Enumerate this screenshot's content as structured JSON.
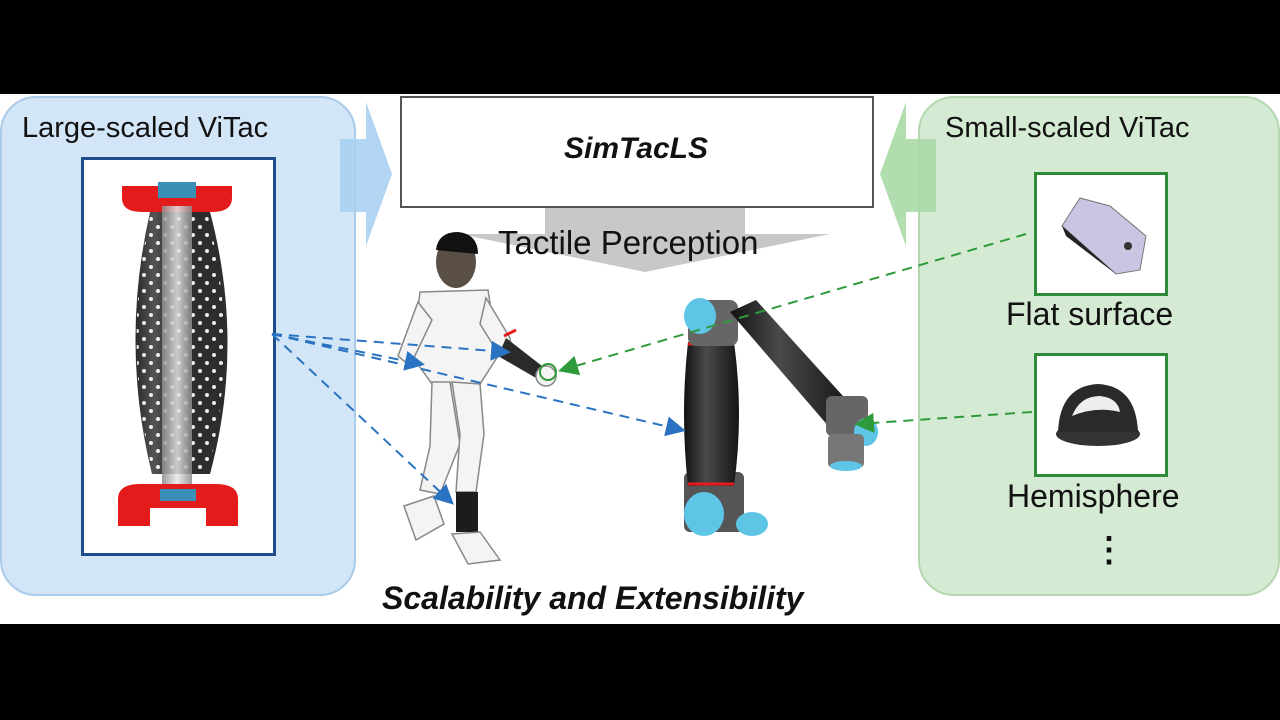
{
  "left_panel": {
    "title": "Large-scaled ViTac"
  },
  "right_panel": {
    "title": "Small-scaled ViTac",
    "items": [
      {
        "label": "Flat surface"
      },
      {
        "label": "Hemisphere"
      }
    ],
    "more": "⋮"
  },
  "center": {
    "title": "SimTacLS",
    "subtitle": "Tactile Perception",
    "bottom_caption": "Scalability and Extensibility"
  },
  "colors": {
    "left_panel_fill": "#d3e6f7",
    "right_panel_fill": "#d5ead3",
    "sensor_red": "#e31b1b",
    "arrow_blue": "#2a72c2",
    "arrow_green": "#2e9a3c"
  }
}
